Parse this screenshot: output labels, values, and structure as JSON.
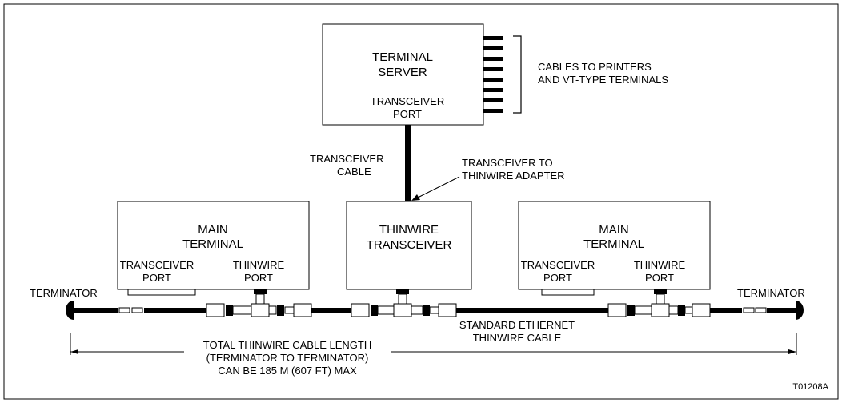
{
  "terminal_server": {
    "title_line1": "TERMINAL",
    "title_line2": "SERVER",
    "port_line1": "TRANSCEIVER",
    "port_line2": "PORT"
  },
  "cables_label": {
    "line1": "CABLES TO PRINTERS",
    "line2": "AND VT-TYPE TERMINALS"
  },
  "transceiver_cable_label": {
    "line1": "TRANSCEIVER",
    "line2": "CABLE"
  },
  "adapter_label": {
    "line1": "TRANSCEIVER TO",
    "line2": "THINWIRE ADAPTER"
  },
  "main_terminal_left": {
    "title_line1": "MAIN",
    "title_line2": "TERMINAL",
    "port1_line1": "TRANSCEIVER",
    "port1_line2": "PORT",
    "port2_line1": "THINWIRE",
    "port2_line2": "PORT"
  },
  "thinwire_transceiver": {
    "title_line1": "THINWIRE",
    "title_line2": "TRANSCEIVER"
  },
  "main_terminal_right": {
    "title_line1": "MAIN",
    "title_line2": "TERMINAL",
    "port1_line1": "TRANSCEIVER",
    "port1_line2": "PORT",
    "port2_line1": "THINWIRE",
    "port2_line2": "PORT"
  },
  "terminator_left": "TERMINATOR",
  "terminator_right": "TERMINATOR",
  "ethernet_cable_label": {
    "line1": "STANDARD ETHERNET",
    "line2": "THINWIRE CABLE"
  },
  "length_label": {
    "line1": "TOTAL THINWIRE CABLE LENGTH",
    "line2": "(TERMINATOR TO TERMINATOR)",
    "line3": "CAN BE 185 M (607 FT) MAX"
  },
  "figure_id": "T01208A"
}
